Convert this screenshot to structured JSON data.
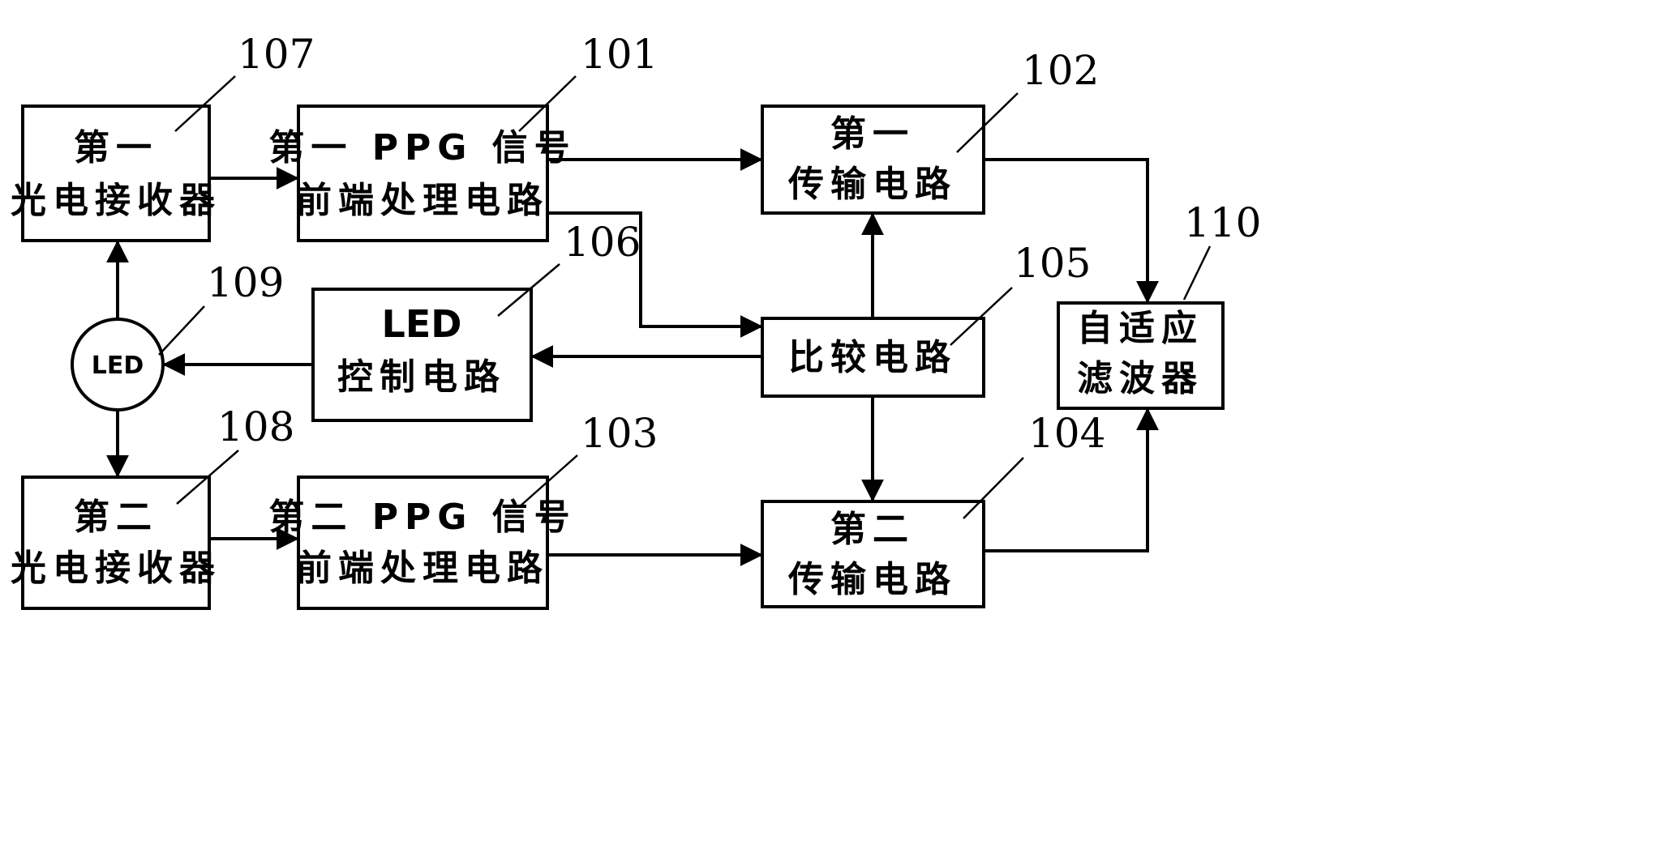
{
  "blocks": {
    "b107": {
      "ref": "107",
      "line1": "第一",
      "line2": "光电接收器"
    },
    "b101": {
      "ref": "101",
      "line1": "第一 PPG 信号",
      "line2": "前端处理电路"
    },
    "b102": {
      "ref": "102",
      "line1": "第一",
      "line2": "传输电路"
    },
    "b106": {
      "ref": "106",
      "line1": "LED",
      "line2": "控制电路"
    },
    "b105": {
      "ref": "105",
      "line1": "比较电路"
    },
    "b110": {
      "ref": "110",
      "line1": "自适应",
      "line2": "滤波器"
    },
    "b108": {
      "ref": "108",
      "line1": "第二",
      "line2": "光电接收器"
    },
    "b103": {
      "ref": "103",
      "line1": "第二 PPG 信号",
      "line2": "前端处理电路"
    },
    "b104": {
      "ref": "104",
      "line1": "第二",
      "line2": "传输电路"
    },
    "b109": {
      "ref": "109",
      "line1": "LED"
    }
  }
}
